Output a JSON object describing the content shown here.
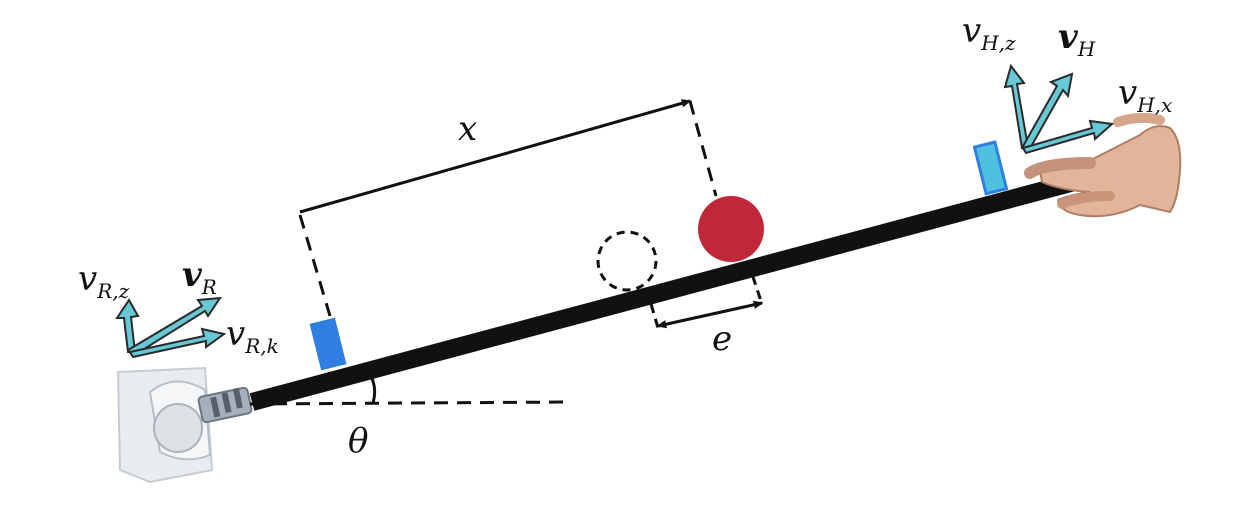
{
  "labels": {
    "x": "x",
    "e": "e",
    "theta": "θ",
    "vR": "v",
    "vR_sub": "R",
    "vRz": "v",
    "vRz_sub": "R,z",
    "vRk": "v",
    "vRk_sub": "R,k",
    "vH": "v",
    "vH_sub": "H",
    "vHz": "v",
    "vHz_sub": "H,z",
    "vHx": "v",
    "vHx_sub": "H,x"
  },
  "colors": {
    "beam": "#111111",
    "ball": "#c0283a",
    "marker_robot": "#2f7fe0",
    "marker_human": "#4fc0e0",
    "arrow": "#67c8d6",
    "arrow_edge": "#2a2a2a"
  },
  "icons": {
    "robot": "robot-arm-end-effector",
    "hand": "human-hand"
  }
}
